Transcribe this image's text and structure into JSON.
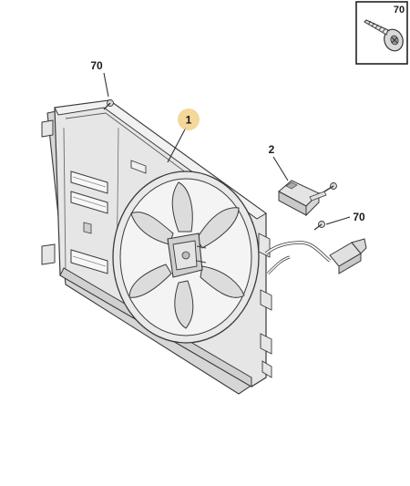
{
  "diagram": {
    "callouts": {
      "fan_assembly": "1",
      "relay": "2",
      "screw_top_left": "70",
      "screw_right": "70"
    },
    "inset": {
      "label": "70"
    },
    "colors": {
      "outline": "#3a3a3a",
      "shroud_fill": "#e6e6e6",
      "shroud_dark": "#cfcfcf",
      "blade_fill": "#dcdcdc",
      "highlight_badge": "#f2d08a",
      "leader": "#222222"
    }
  }
}
